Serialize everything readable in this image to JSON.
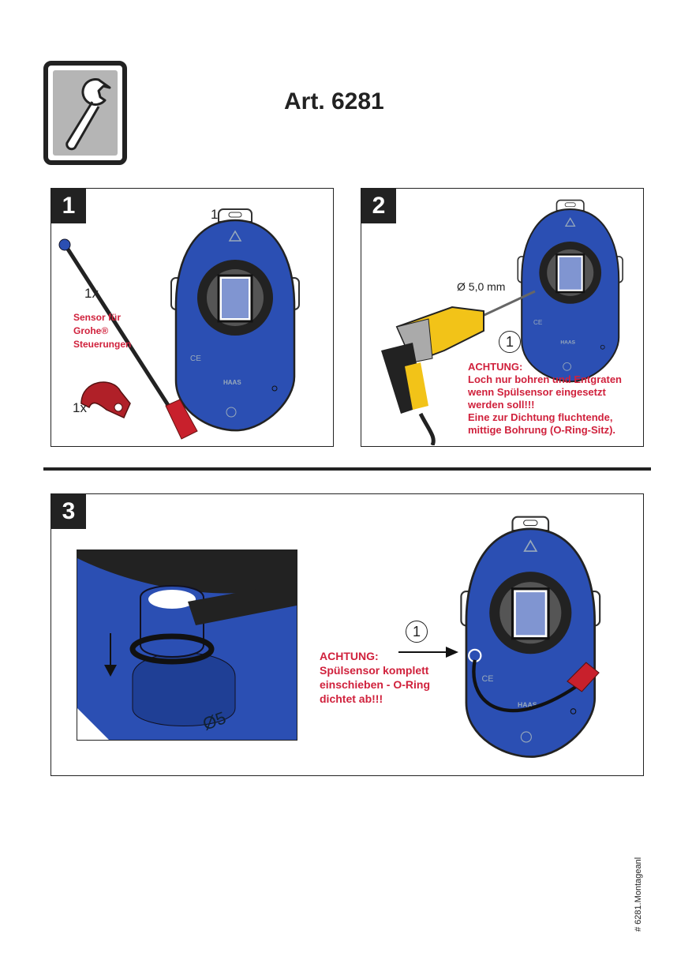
{
  "header": {
    "title": "Art. 6281",
    "tool_icon": "wrench-icon"
  },
  "step1": {
    "number": "1",
    "plate_qty": "1x",
    "sensor_qty": "1x",
    "clip_qty": "1x",
    "sensor_label": [
      "Sensor für",
      "Grohe®",
      "Steuerungen"
    ]
  },
  "step2": {
    "number": "2",
    "drill_size": "Ø 5,0 mm",
    "callout": "1",
    "warning_title": "ACHTUNG:",
    "warning_lines": [
      "Loch nur bohren und Entgraten",
      "wenn Spülsensor eingesetzt",
      "werden soll!!!",
      "Eine zur Dichtung fluchtende,",
      "mittige Bohrung (O-Ring-Sitz)."
    ]
  },
  "step3": {
    "number": "3",
    "callout": "1",
    "warning_title": "ACHTUNG:",
    "warning_lines": [
      "Spülsensor komplett",
      "einschieben - O-Ring",
      "dichtet ab!!!"
    ],
    "detail_marking": "Ø5"
  },
  "plate_brand": "HAAS",
  "footer": {
    "doc_id": "# 6281.Montageanl"
  },
  "colors": {
    "plate_blue": "#2b4fb3",
    "warning_red": "#d0213c",
    "sensor_red": "#c8202c"
  }
}
